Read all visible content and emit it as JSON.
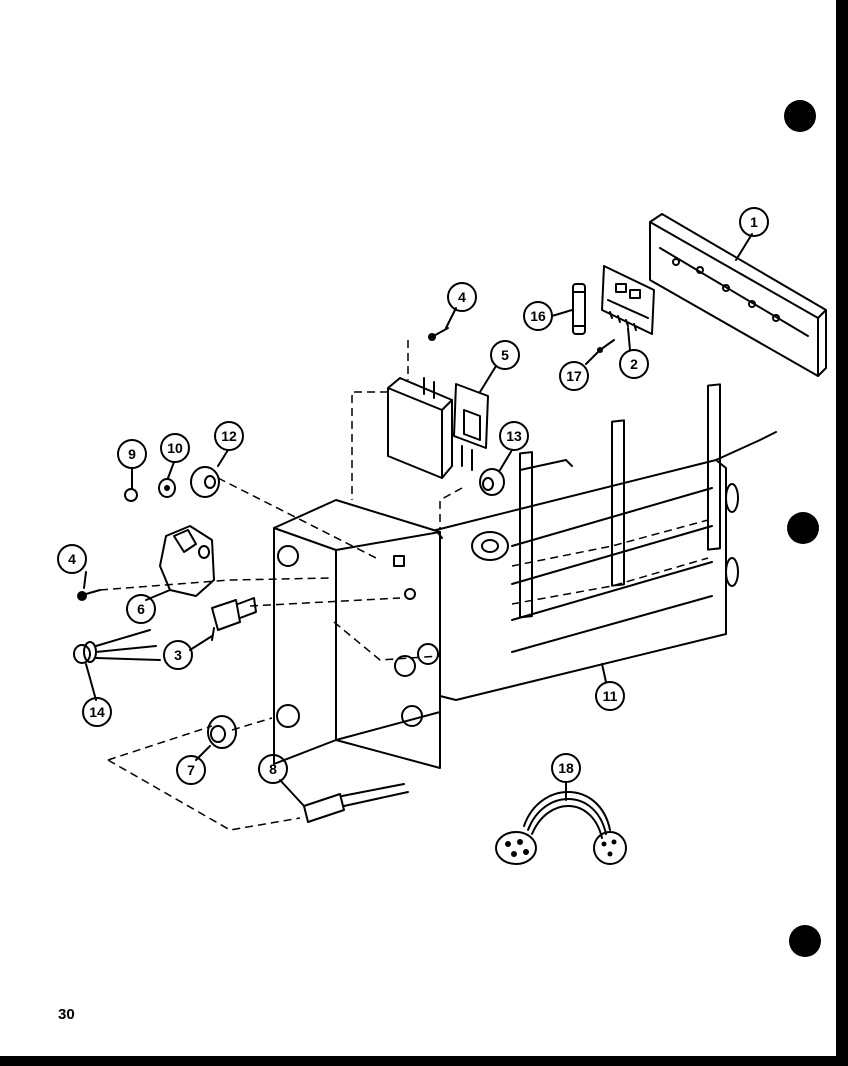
{
  "page": {
    "number": "30"
  },
  "callouts": [
    {
      "id": "c1",
      "label": "1"
    },
    {
      "id": "c2",
      "label": "2"
    },
    {
      "id": "c3",
      "label": "3"
    },
    {
      "id": "c4a",
      "label": "4"
    },
    {
      "id": "c4b",
      "label": "4"
    },
    {
      "id": "c5",
      "label": "5"
    },
    {
      "id": "c6",
      "label": "6"
    },
    {
      "id": "c7",
      "label": "7"
    },
    {
      "id": "c8",
      "label": "8"
    },
    {
      "id": "c9",
      "label": "9"
    },
    {
      "id": "c10",
      "label": "10"
    },
    {
      "id": "c11",
      "label": "11"
    },
    {
      "id": "c12",
      "label": "12"
    },
    {
      "id": "c13",
      "label": "13"
    },
    {
      "id": "c14",
      "label": "14"
    },
    {
      "id": "c16",
      "label": "16"
    },
    {
      "id": "c17",
      "label": "17"
    },
    {
      "id": "c18",
      "label": "18"
    }
  ]
}
